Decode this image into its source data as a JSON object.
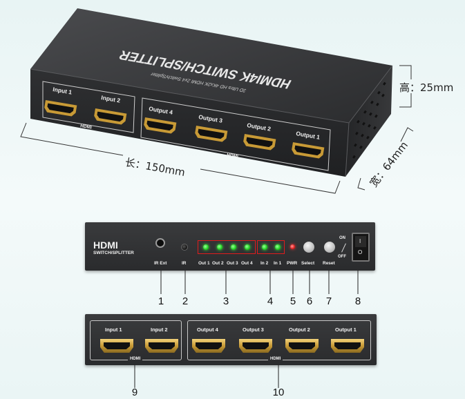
{
  "device_top": {
    "brand_line": "HDMI4K SWITCH/SPLITTER",
    "subline": "3D Ultra HD 4Kx2K HDMI 2x4 Switch/Splitter",
    "inputs": [
      "Input 1",
      "Input 2"
    ],
    "outputs": [
      "Output 4",
      "Output 3",
      "Output 2",
      "Output 1"
    ],
    "group_label": "HDMI"
  },
  "dimensions": {
    "length": "长：150mm",
    "height": "高：25mm",
    "width": "宽：64mm"
  },
  "front_panel": {
    "title": "HDMI",
    "subtitle": "SWITCH/SPLITTER",
    "labels": {
      "ir_ext": "IR Ext",
      "ir": "IR",
      "outs": [
        "Out 1",
        "Out 2",
        "Out 3",
        "Out 4"
      ],
      "ins": [
        "In 2",
        "In 1"
      ],
      "pwr": "PWR",
      "select": "Select",
      "reset": "Reset",
      "on": "ON",
      "off": "OFF",
      "switch_on_mark": "I",
      "switch_off_mark": "O"
    }
  },
  "callouts": [
    "1",
    "2",
    "3",
    "4",
    "5",
    "6",
    "7",
    "8",
    "9",
    "10"
  ],
  "rear_panel": {
    "inputs": [
      "Input 1",
      "Input 2"
    ],
    "outputs": [
      "Output 4",
      "Output 3",
      "Output 2",
      "Output 1"
    ],
    "group_label": "HDMI"
  },
  "colors": {
    "led_green": "#28d628",
    "led_red": "#e41d1d",
    "hdmi_gold": "#c89a36",
    "case": "#2e2f31"
  }
}
